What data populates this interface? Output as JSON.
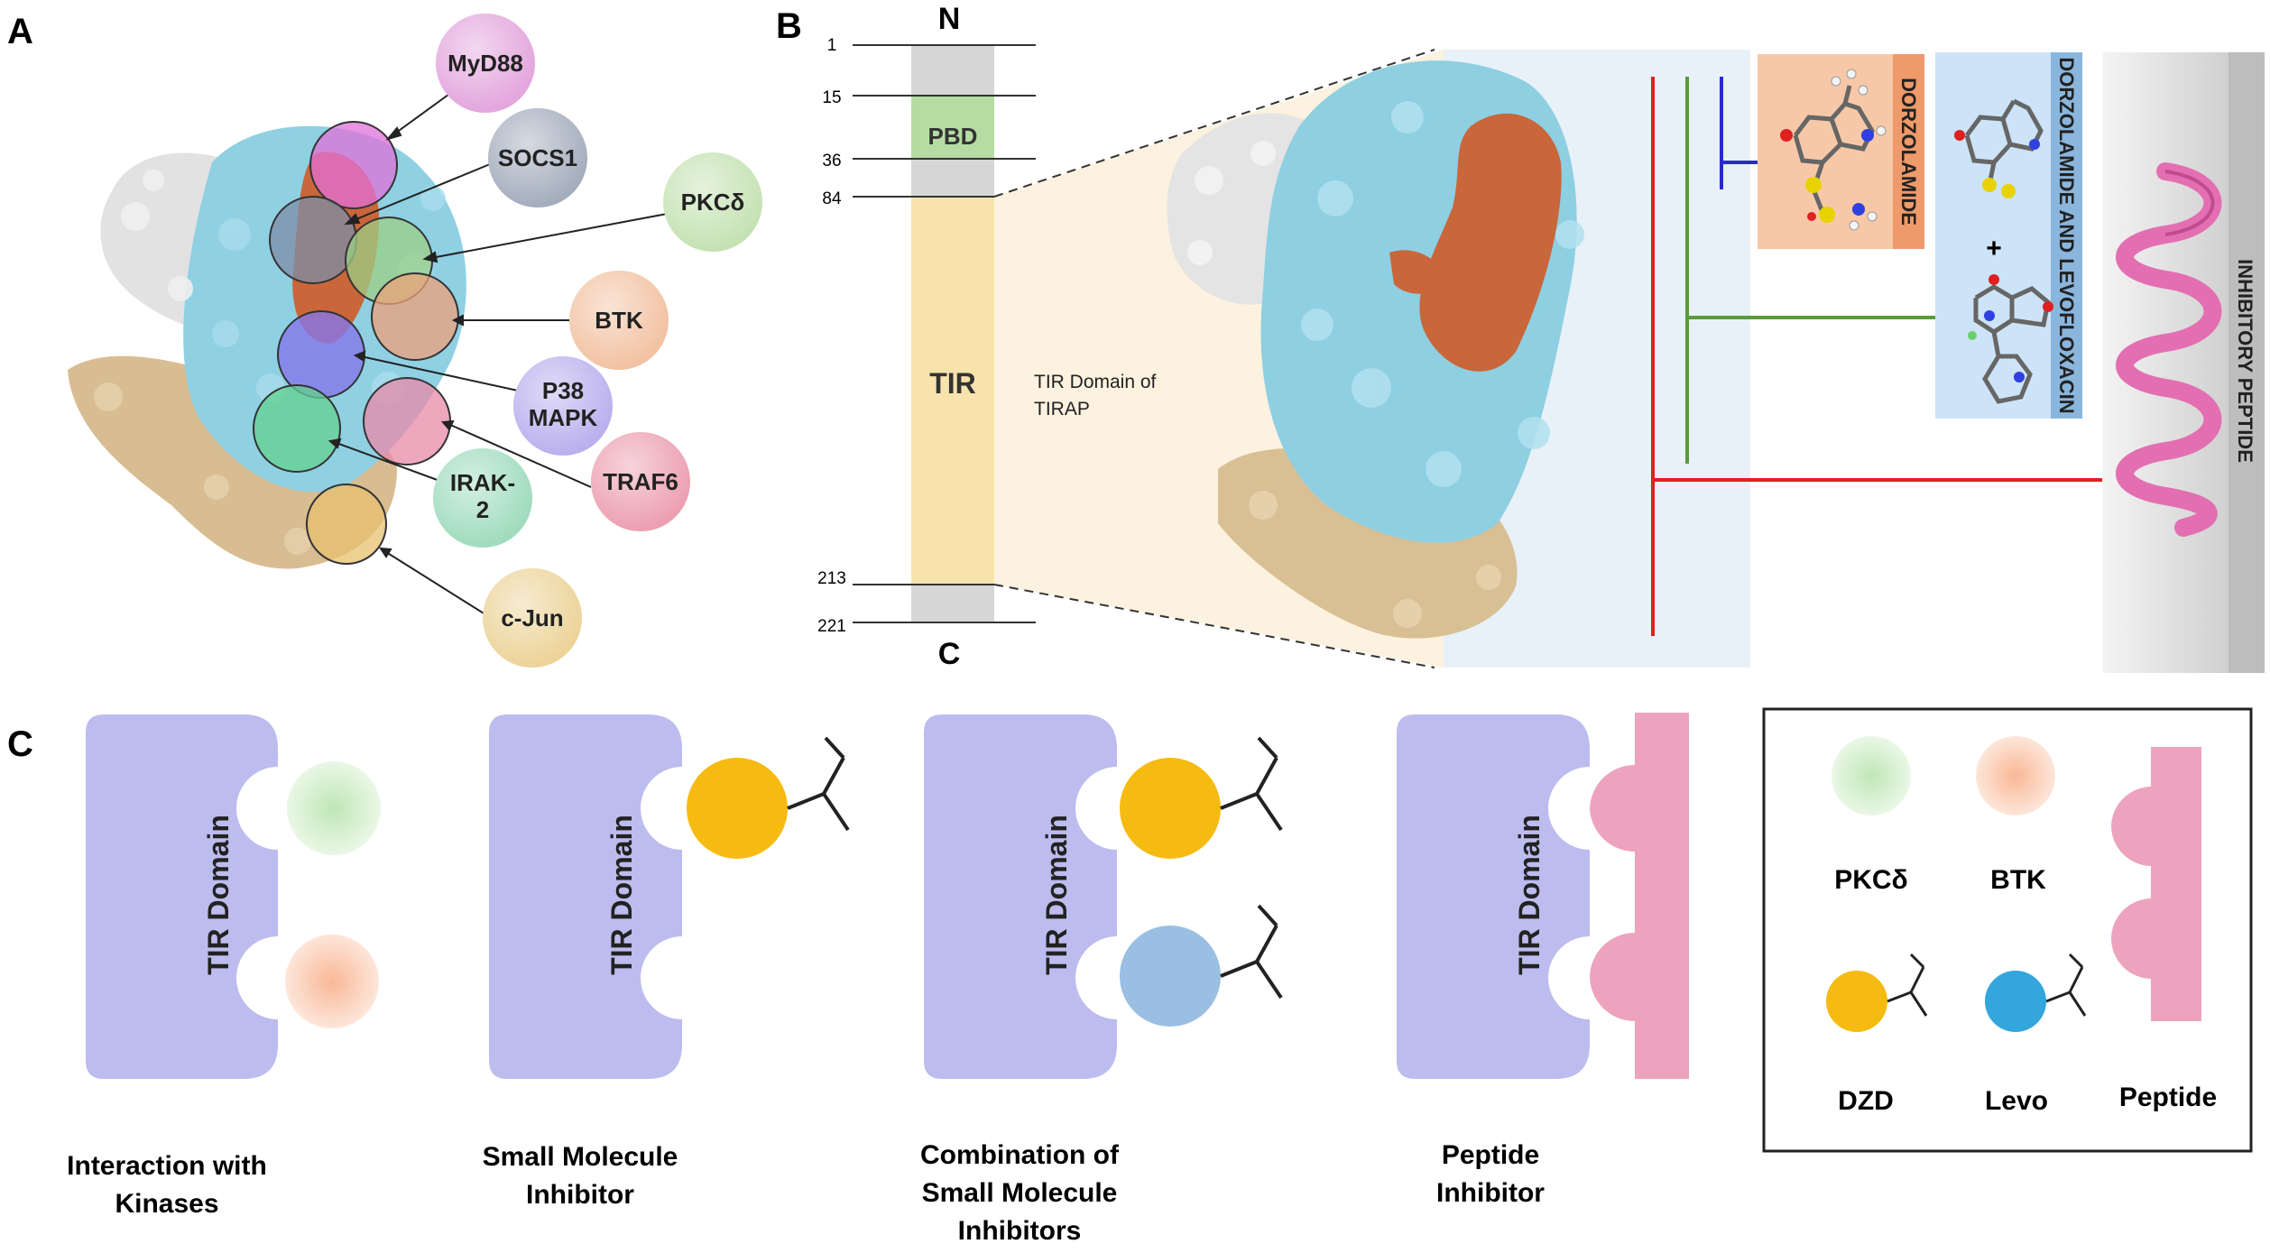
{
  "panels": {
    "a": "A",
    "b": "B",
    "c": "C"
  },
  "panel_a": {
    "partners": [
      {
        "label": "MyD88",
        "fill": "#e3a6dd"
      },
      {
        "label": "SOCS1",
        "fill": "#a4adbd"
      },
      {
        "label": "PKCδ",
        "fill": "#c5e2b3"
      },
      {
        "label": "BTK",
        "fill": "#f2c2a2"
      },
      {
        "label": "P38",
        "label2": "MAPK",
        "fill": "#b9b0ee"
      },
      {
        "label": "TRAF6",
        "fill": "#ec9fb0"
      },
      {
        "label": "IRAK-",
        "label2": "2",
        "fill": "#9fdcbd"
      },
      {
        "label": "c-Jun",
        "fill": "#ecd398"
      }
    ],
    "overlay_colors": [
      "#e070d8",
      "#7d8ea8",
      "#9ccf84",
      "#eda27a",
      "#8577ea",
      "#e98aa8",
      "#63d28f",
      "#e7c06e"
    ]
  },
  "panel_b": {
    "n_label": "N",
    "c_label": "C",
    "residues": [
      "1",
      "15",
      "36",
      "84",
      "213",
      "221"
    ],
    "pbd_label": "PBD",
    "tir_label": "TIR",
    "tir_domain_caption": "TIR Domain of",
    "tir_domain_caption2": "TIRAP",
    "dorzolamide_label": "DORZOLAMIDE",
    "combo_label": "DORZOLAMIDE AND LEVOFLOXACIN",
    "plus_sign": "+",
    "peptide_label": "INHIBITORY PEPTIDE",
    "colors": {
      "pbd": "#b6dca3",
      "tir": "#f9e3ac",
      "linker": "#d6d6d6",
      "surface_blue": "#8ecfe2",
      "surface_orange": "#c9663a",
      "surface_tan": "#d9bf94",
      "surface_white": "#e6e6e6",
      "red_line": "#e02020",
      "green_line": "#5a9a3c",
      "blue_line": "#2a2ad0",
      "helix": "#e36fb2"
    }
  },
  "panel_c": {
    "domain_label": "TIR Domain",
    "schemes": [
      {
        "caption": [
          "Interaction with",
          "Kinases"
        ]
      },
      {
        "caption": [
          "Small Molecule",
          "Inhibitor"
        ]
      },
      {
        "caption": [
          "Combination of",
          "Small Molecule",
          "Inhibitors"
        ]
      },
      {
        "caption": [
          "Peptide",
          "Inhibitor"
        ]
      }
    ],
    "legend": {
      "pkc": "PKCδ",
      "btk": "BTK",
      "dzd": "DZD",
      "levo": "Levo",
      "peptide": "Peptide"
    },
    "colors": {
      "domain": "#bdbcee",
      "pkc": "#cfeec8",
      "btk": "#f9c9b0",
      "dzd": "#f6bb10",
      "levo": "#9bbfe2",
      "levo_legend": "#33a6dd",
      "peptide": "#eda3bd"
    }
  }
}
